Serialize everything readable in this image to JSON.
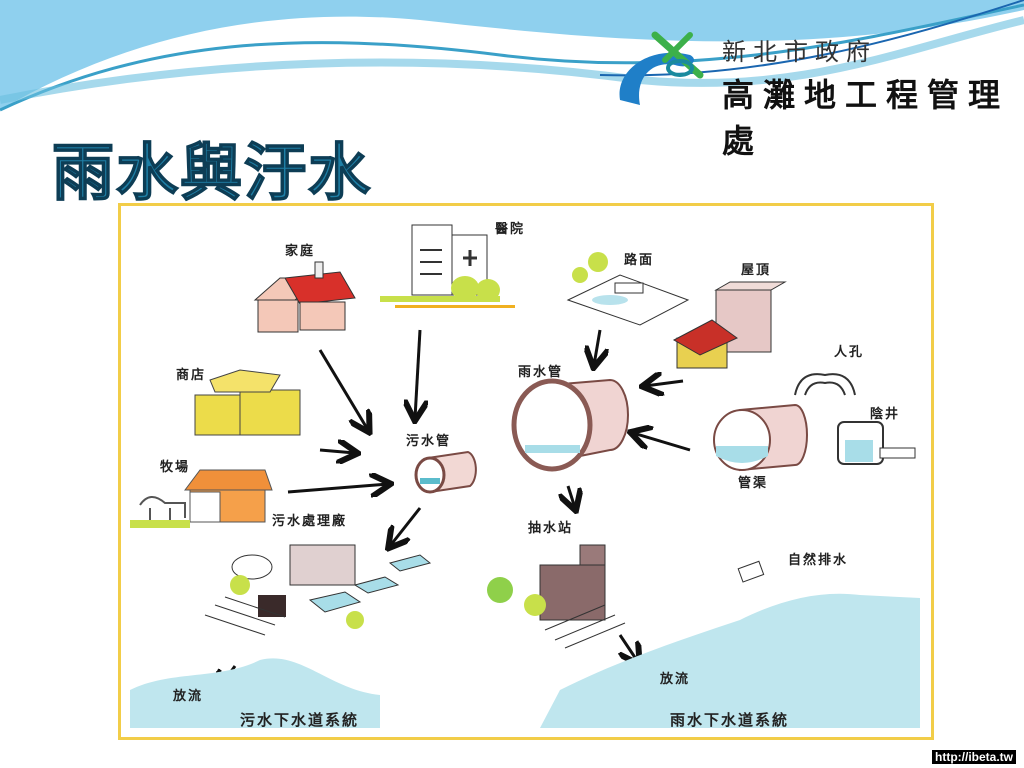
{
  "slide": {
    "title": "雨水與汙水",
    "organization": {
      "line1": "新北市政府",
      "line2": "高灘地工程管理處"
    },
    "watermark": "http://ibeta.tw"
  },
  "diagram": {
    "sewage_sources": [
      "家庭",
      "醫院",
      "商店",
      "牧場"
    ],
    "sewage_pipe": "污水管",
    "sewage_plant": "污水處理廠",
    "rain_sources": [
      "路面",
      "屋頂",
      "人孔",
      "陰井",
      "管渠"
    ],
    "rain_pipe": "雨水管",
    "pump_station": "抽水站",
    "natural_drain": "自然排水",
    "discharge_left": "放流",
    "discharge_right": "放流",
    "sewage_system": "污水下水道系統",
    "rain_system": "雨水下水道系統"
  },
  "colors": {
    "title": "#1f7fa6",
    "frame": "#f2cd48",
    "water": "#a8dde8",
    "header_wave": "#7cc8e8"
  }
}
